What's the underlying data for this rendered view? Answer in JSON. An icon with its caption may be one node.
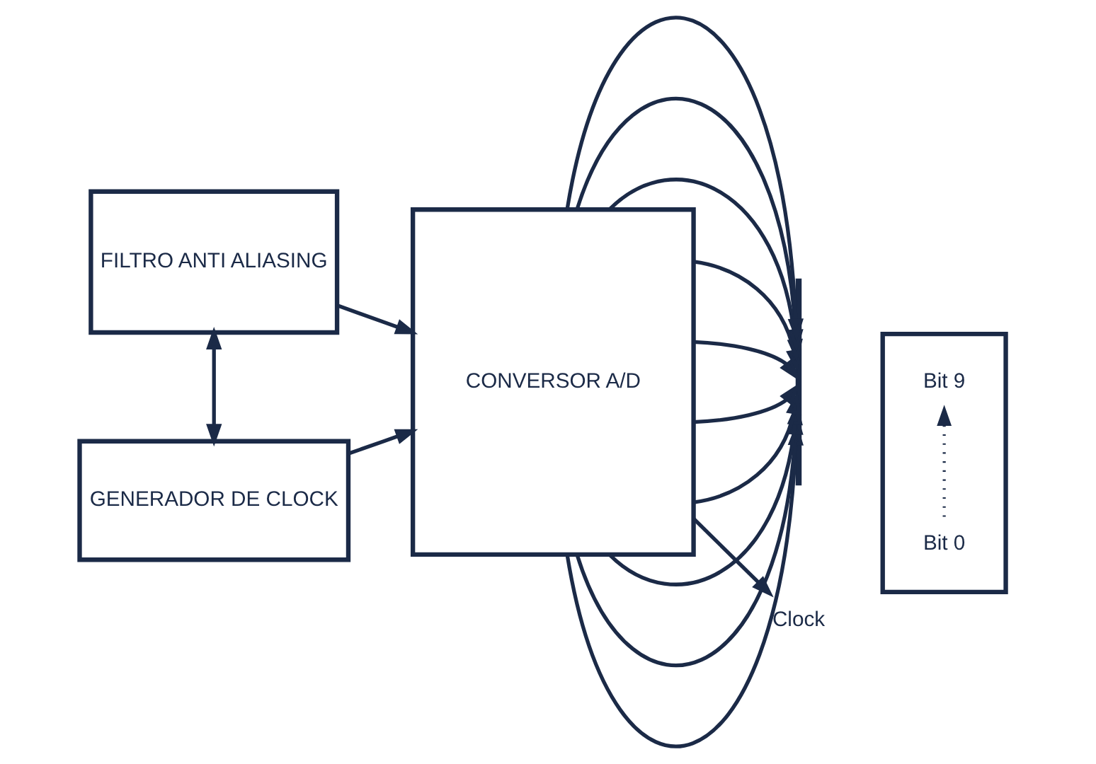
{
  "diagram": {
    "nodes": [
      {
        "text": [
          "FILTRO ANTI ALIASING"
        ]
      },
      {
        "text": [
          "CONVERSOR A/D"
        ]
      },
      {
        "text": [
          "GENERADOR DE CLOCK"
        ]
      },
      {
        "text": [],
        "shape": "bar"
      },
      {
        "text": [
          "Clock"
        ]
      },
      {
        "text": [],
        "shape": "box"
      },
      {
        "text": [
          "Bit 9"
        ],
        "in": 5
      },
      {
        "text": [
          "Bit 0"
        ],
        "in": 5
      }
    ],
    "edges": [
      {
        "from": 0,
        "to": 2,
        "arrow": "both"
      },
      {
        "from": 0,
        "to": 1,
        "arrow": "to"
      },
      {
        "from": 2,
        "to": 1,
        "arrow": "to"
      },
      {
        "from": 1,
        "to": 3,
        "arrow": "to"
      },
      {
        "from": 1,
        "to": 3,
        "arrow": "to"
      },
      {
        "from": 1,
        "to": 3,
        "arrow": "to"
      },
      {
        "from": 1,
        "to": 3,
        "arrow": "to"
      },
      {
        "from": 1,
        "to": 3,
        "arrow": "to"
      },
      {
        "from": 1,
        "to": 3,
        "arrow": "to"
      },
      {
        "from": 1,
        "to": 3,
        "arrow": "to"
      },
      {
        "from": 1,
        "to": 3,
        "arrow": "to"
      },
      {
        "from": 1,
        "to": 3,
        "arrow": "to"
      },
      {
        "from": 1,
        "to": 3,
        "arrow": "to"
      },
      {
        "from": 1,
        "to": 4,
        "arrow": "to"
      },
      {
        "from": 7,
        "to": 6,
        "arrow": "to",
        "style": "dashed"
      }
    ]
  }
}
